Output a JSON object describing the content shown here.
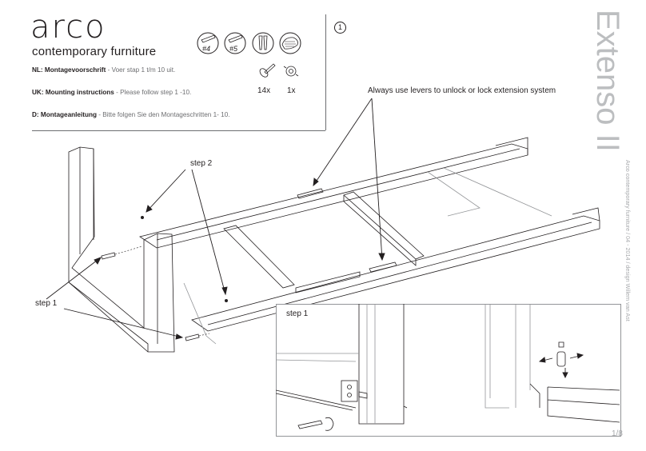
{
  "brand": {
    "name": "arco",
    "tagline": "contemporary furniture"
  },
  "instructions": [
    {
      "label": "NL: Montagevoorschrift",
      "text": " - Voer stap 1 t/m 10 uit."
    },
    {
      "label": "UK: Mounting instructions",
      "text": " - Please follow step 1 -10."
    },
    {
      "label": "D: Montageanleitung",
      "text": " - Bitte folgen Sie den Montageschritten 1- 10."
    }
  ],
  "tools": {
    "allen_4": "#4",
    "allen_5": "#5"
  },
  "parts": {
    "screw_qty": "14x",
    "bolt_qty": "1x"
  },
  "step_number": "1",
  "product_title": "Extenso II",
  "credit": "Arco contemporary furniture / 04 - 2014 / design Willem van Ast",
  "callouts": {
    "levers": "Always use levers to unlock or lock extension system",
    "step2": "step 2",
    "step1": "step 1",
    "inset_step1": "step 1"
  },
  "page_number": "1/8"
}
